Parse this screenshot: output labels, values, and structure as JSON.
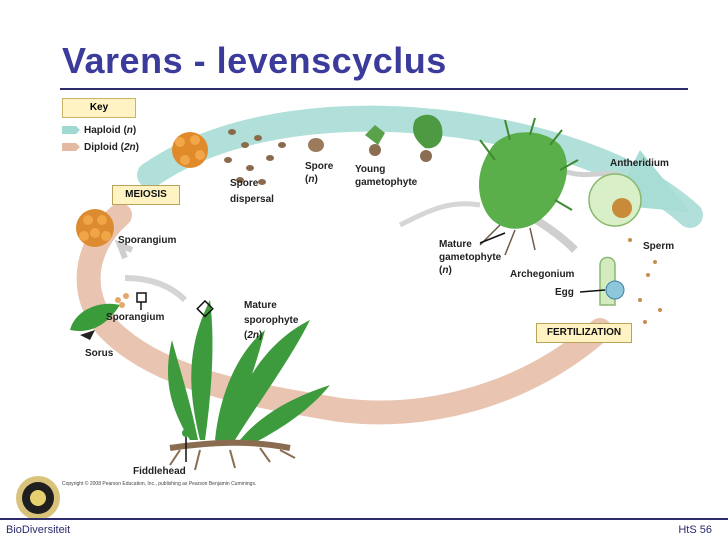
{
  "title": "Varens - levenscyclus",
  "key": {
    "heading": "Key",
    "haploid_label": "Haploid",
    "haploid_symbol": "n",
    "diploid_label": "Diploid",
    "diploid_symbol": "2n",
    "haploid_color": "#9fd9d2",
    "diploid_color": "#e4b9a1"
  },
  "boxes": {
    "meiosis": "MEIOSIS",
    "fertilization": "FERTILIZATION"
  },
  "labels": {
    "spore_dispersal_1": "Spore",
    "spore_dispersal_2": "dispersal",
    "spore": "Spore",
    "spore_ploidy": "n",
    "young_gametophyte_1": "Young",
    "young_gametophyte_2": "gametophyte",
    "antheridium": "Antheridium",
    "sporangium_top": "Sporangium",
    "sporangium_left": "Sporangium",
    "sorus": "Sorus",
    "mature_gametophyte_1": "Mature",
    "mature_gametophyte_2": "gametophyte",
    "mature_gametophyte_ploidy": "n",
    "archegonium": "Archegonium",
    "egg": "Egg",
    "sperm": "Sperm",
    "mature_sporophyte_1": "Mature",
    "mature_sporophyte_2": "sporophyte",
    "mature_sporophyte_ploidy": "2n",
    "fiddlehead": "Fiddlehead"
  },
  "copyright": "Copyright © 2008 Pearson Education, Inc., publishing as Pearson Benjamin Cummings.",
  "footer": {
    "left": "BioDiversiteit",
    "right": "HtS  56"
  }
}
